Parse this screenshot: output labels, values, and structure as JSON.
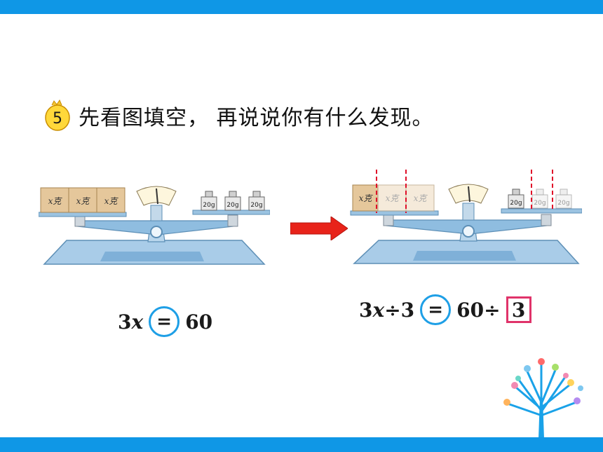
{
  "problem": {
    "number": "5",
    "prompt": "先看图填空，  再说说你有什么发现。"
  },
  "left_scale": {
    "block_labels": [
      "x克",
      "x克",
      "x克"
    ],
    "weight_labels": [
      "20g",
      "20g",
      "20g"
    ]
  },
  "right_scale": {
    "block_labels": [
      "x克",
      "x克",
      "x克"
    ],
    "weight_labels": [
      "20g",
      "20g",
      "20g"
    ]
  },
  "equation_left": {
    "coef": "3",
    "var": "x",
    "relation": "=",
    "rhs": "60"
  },
  "equation_right": {
    "coef": "3",
    "var": "x",
    "div1": "÷3",
    "relation": "=",
    "rhs": "60÷",
    "answer": "3"
  },
  "colors": {
    "frame_bar": "#0f97e6",
    "circle": "#1e9fe6",
    "answer_box": "#e0336a",
    "arrow": "#e8231a"
  }
}
